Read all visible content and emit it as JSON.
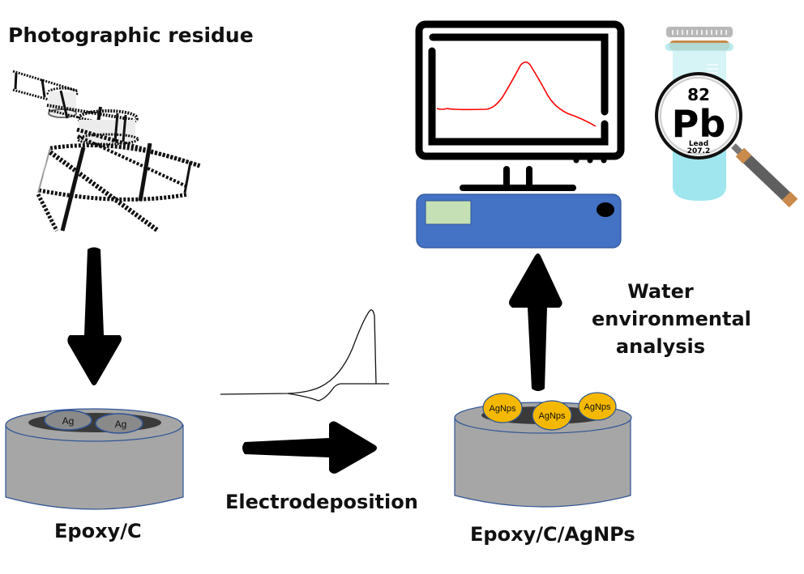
{
  "title": "Photographic residue to AgNPs electrode for Pb detection",
  "labels": {
    "photographic_residue": "Photographic residue",
    "epoxy_c": "Epoxy/C",
    "electrodeposition": "Electrodeposition",
    "epoxy_c_agnps": "Epoxy/C/AgNPs",
    "water_line1": "Water",
    "water_line2": "environmental",
    "water_line3": "analysis"
  },
  "electrode_left": {
    "particles": [
      "Ag",
      "Ag"
    ]
  },
  "electrode_right": {
    "particles": [
      "AgNps",
      "AgNps",
      "AgNps"
    ]
  },
  "element_card": {
    "atomic_number": "82",
    "symbol": "Pb",
    "name": "Lead",
    "atomic_mass": "207.2"
  },
  "colors": {
    "cylinder_gray": "#a6a6a6",
    "cylinder_outline": "#2f5597",
    "disk_dark": "#3a3a3a",
    "particle_gold": "#f5b800",
    "instrument_blue": "#4472c4",
    "display_green": "#c5e0b4",
    "signal_red": "#ff0000",
    "tube_liquid": "#9fe6ee",
    "handle_gray": "#5f5f5f",
    "handle_tan": "#c98a4b"
  }
}
